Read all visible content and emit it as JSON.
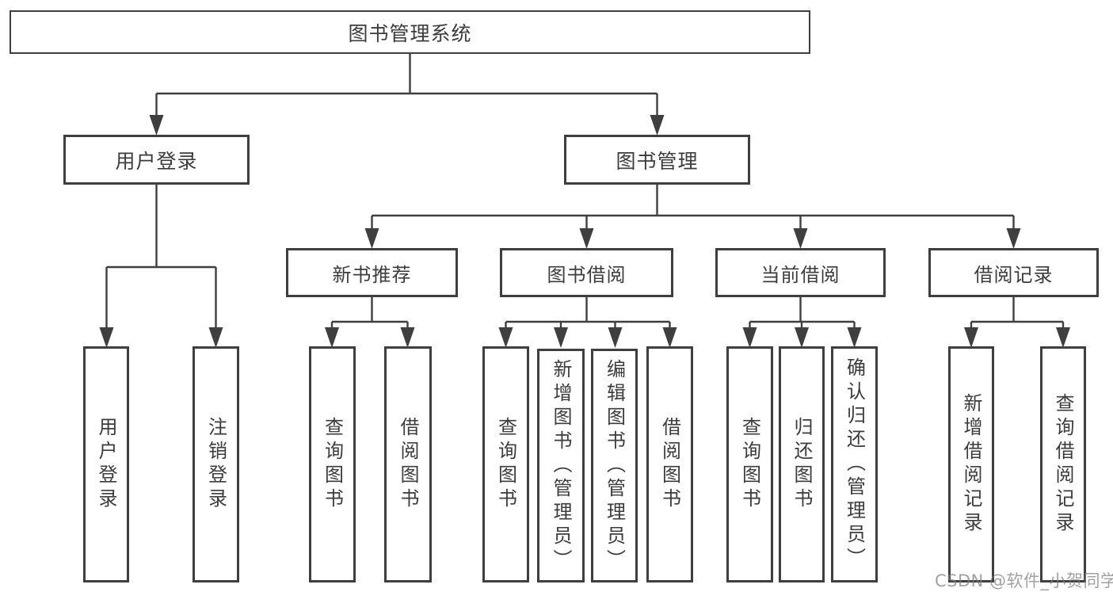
{
  "tree": {
    "label": "图书管理系统",
    "children": [
      {
        "label": "用户登录",
        "children": [
          {
            "label": "用户登录"
          },
          {
            "label": "注销登录"
          }
        ]
      },
      {
        "label": "图书管理",
        "children": [
          {
            "label": "新书推荐",
            "children": [
              {
                "label": "查询图书"
              },
              {
                "label": "借阅图书"
              }
            ]
          },
          {
            "label": "图书借阅",
            "children": [
              {
                "label": "查询图书"
              },
              {
                "label": "新增图书（管理员）"
              },
              {
                "label": "编辑图书（管理员）"
              },
              {
                "label": "借阅图书"
              }
            ]
          },
          {
            "label": "当前借阅",
            "children": [
              {
                "label": "查询图书"
              },
              {
                "label": "归还图书"
              },
              {
                "label": "确认归还（管理员）"
              }
            ]
          },
          {
            "label": "借阅记录",
            "children": [
              {
                "label": "新增借阅记录"
              },
              {
                "label": "查询借阅记录"
              }
            ]
          }
        ]
      }
    ]
  },
  "watermark": "CSDN @软件_小贺同学",
  "colors": {
    "line": "#3f3f3f",
    "text": "#3c3c3c",
    "background": "#ffffff",
    "watermark": "#7d7d7d"
  }
}
